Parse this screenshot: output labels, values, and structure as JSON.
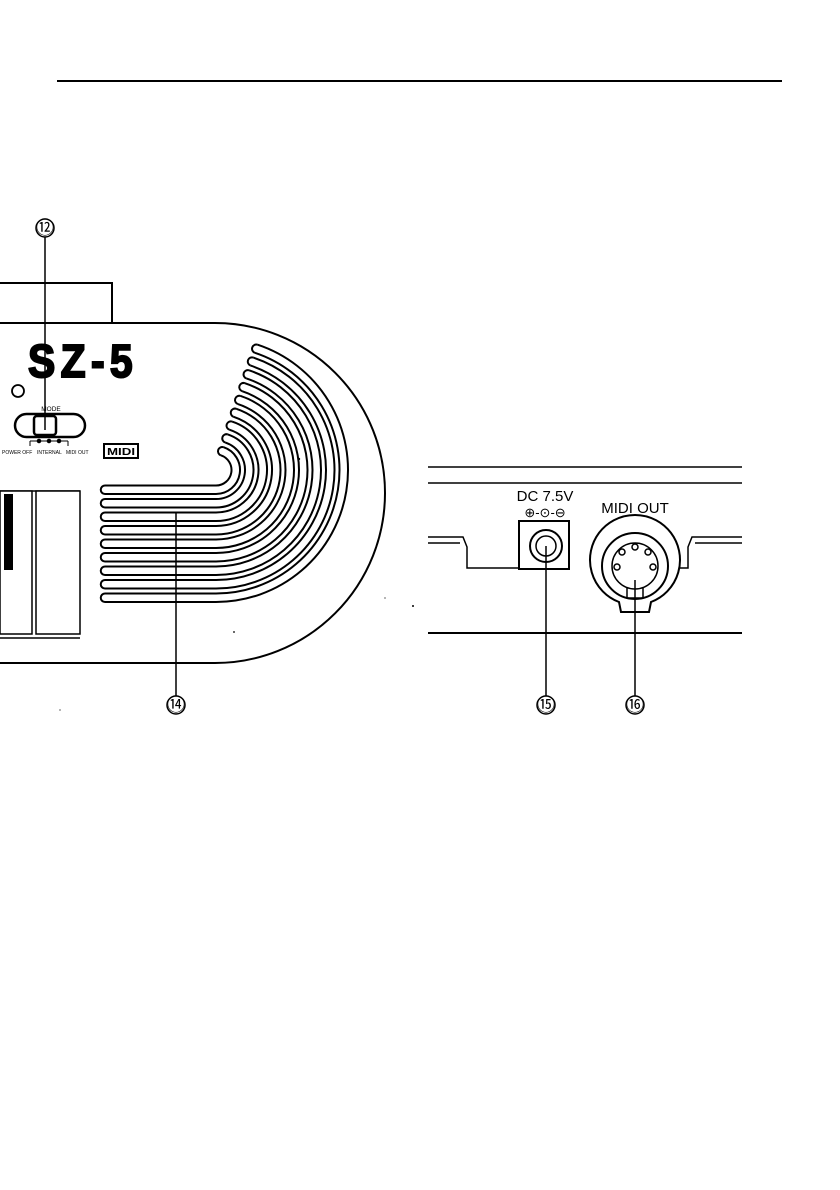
{
  "keyboard_panel": {
    "model_name": "SZ-5",
    "mode_label": "MODE",
    "switch_positions": [
      "POWER OFF",
      "INTERNAL",
      "MIDI OUT"
    ],
    "midi_logo": "MIDI"
  },
  "jack_panel": {
    "dc_label": "DC 7.5V",
    "polarity_symbols": "⊕-⊙-⊖",
    "midi_out_label": "MIDI OUT"
  },
  "callouts": {
    "mode_switch": "⑫",
    "speaker": "⑭",
    "dc_jack": "⑮",
    "midi_out_jack": "⑯"
  }
}
